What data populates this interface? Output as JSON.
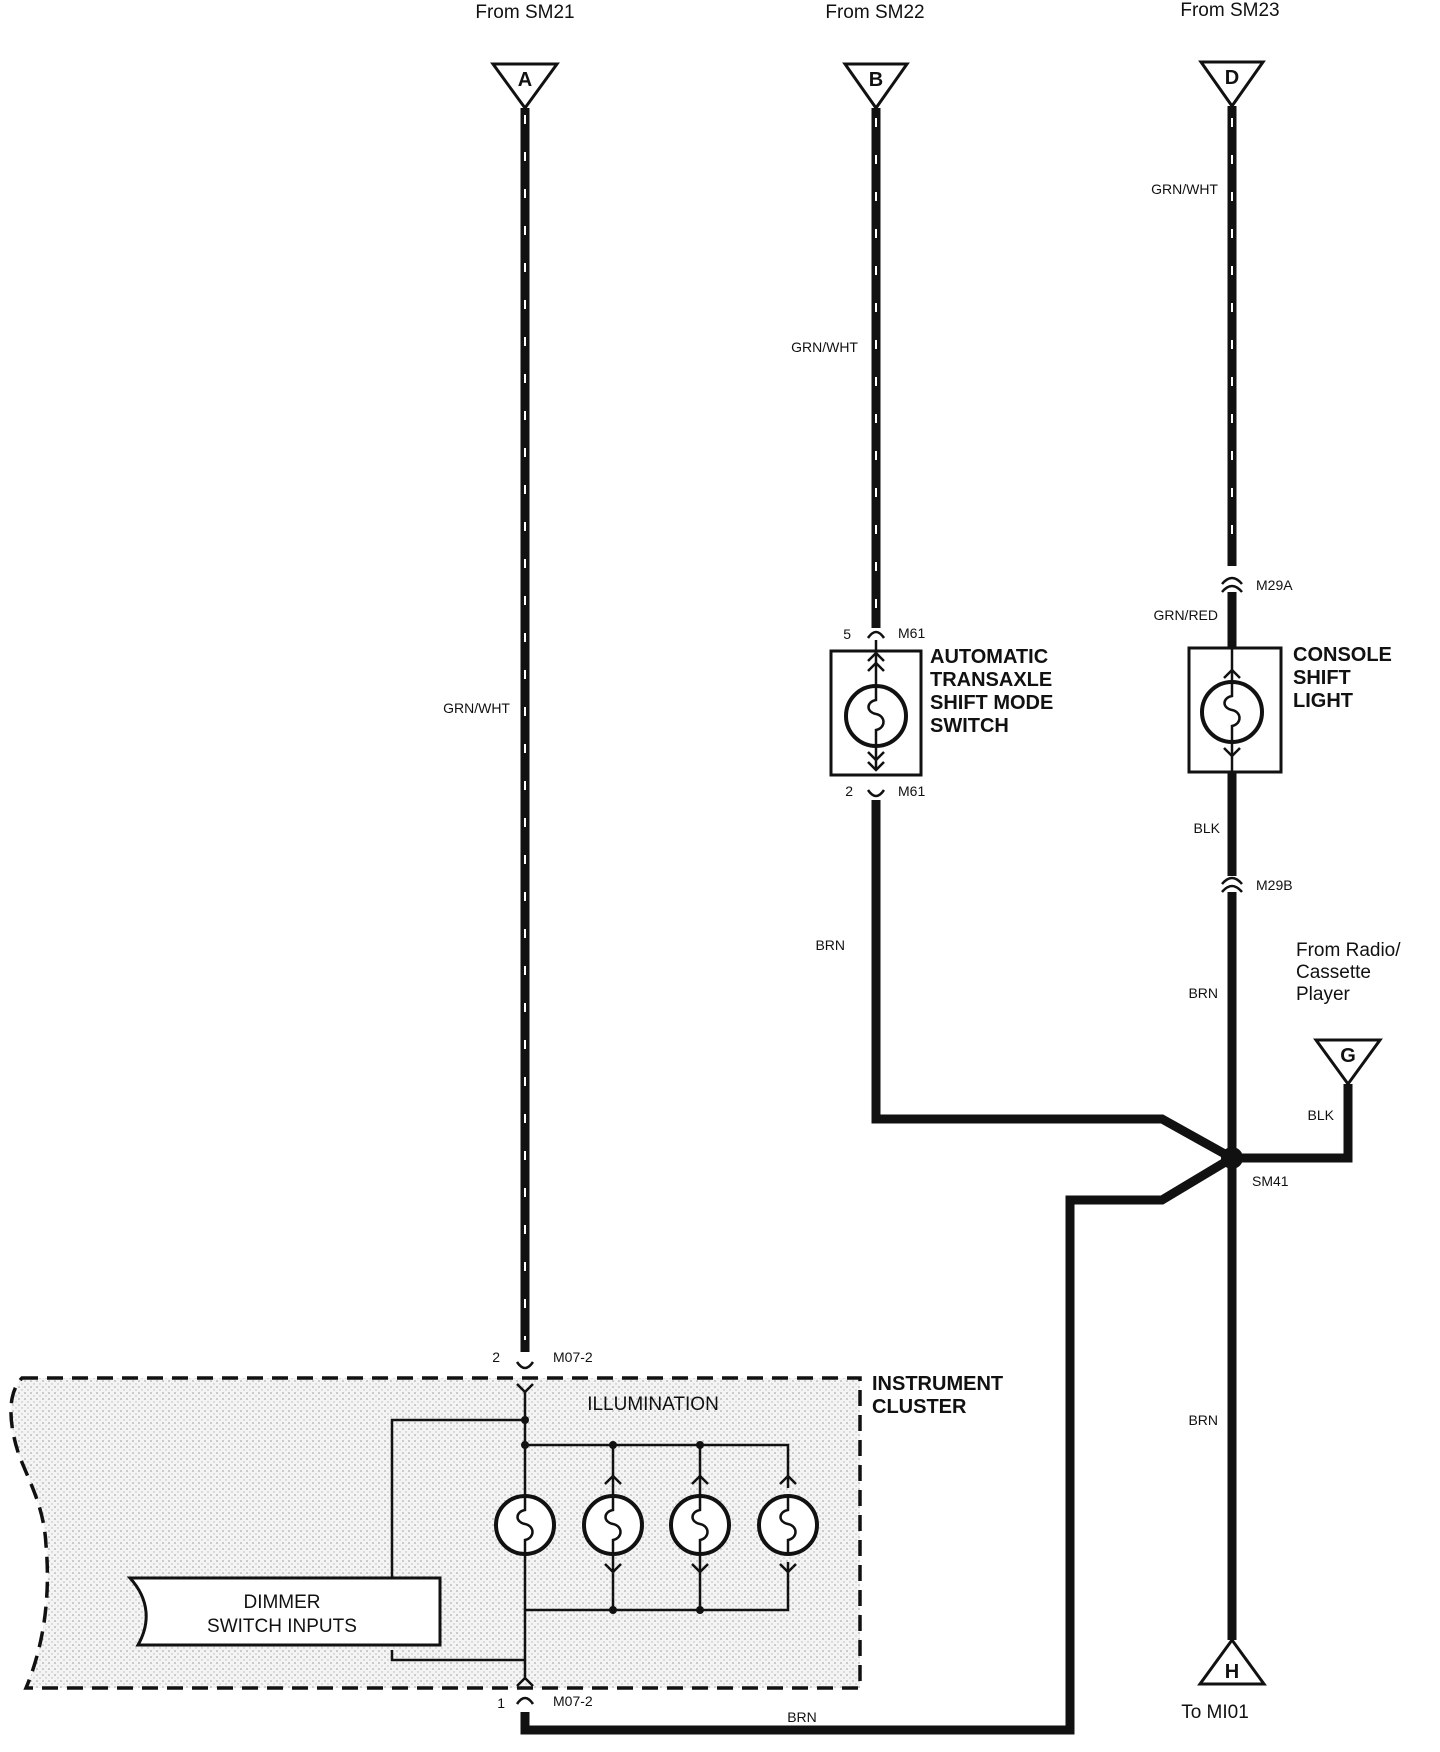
{
  "sources": {
    "a": {
      "from": "From SM21",
      "letter": "A"
    },
    "b": {
      "from": "From SM22",
      "letter": "B"
    },
    "d": {
      "from": "From SM23",
      "letter": "D"
    },
    "g": {
      "from_lines": [
        "From Radio/",
        "Cassette",
        "Player"
      ],
      "letter": "G"
    },
    "h": {
      "to": "To MI01",
      "letter": "H"
    }
  },
  "wire_colors": {
    "a_main": "GRN/WHT",
    "b_top": "GRN/WHT",
    "b_bottom": "BRN",
    "d_top": "GRN/WHT",
    "d_mid": "GRN/RED",
    "d_blk": "BLK",
    "d_brn": "BRN",
    "g_blk": "BLK",
    "h_brn": "BRN",
    "bottom_brn": "BRN"
  },
  "connectors": {
    "m61_top": {
      "pin": "5",
      "name": "M61"
    },
    "m61_bottom": {
      "pin": "2",
      "name": "M61"
    },
    "m29a": "M29A",
    "m29b": "M29B",
    "m07_top": {
      "pin": "2",
      "name": "M07-2"
    },
    "m07_bottom": {
      "pin": "1",
      "name": "M07-2"
    },
    "splice": "SM41"
  },
  "components": {
    "shift_mode_switch": [
      "AUTOMATIC",
      "TRANSAXLE",
      "SHIFT MODE",
      "SWITCH"
    ],
    "console_light": [
      "CONSOLE",
      "SHIFT",
      "LIGHT"
    ],
    "instrument_cluster": [
      "INSTRUMENT",
      "CLUSTER"
    ],
    "illumination": "ILLUMINATION",
    "dimmer": [
      "DIMMER",
      "SWITCH INPUTS"
    ]
  }
}
